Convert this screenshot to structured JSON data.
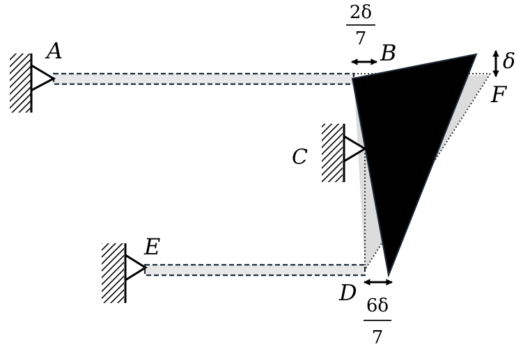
{
  "labels": {
    "a": "A",
    "b": "B",
    "c": "C",
    "d": "D",
    "e": "E",
    "f": "F"
  },
  "dimensions": {
    "b_disp_num": "2δ",
    "b_disp_den": "7",
    "f_disp": "δ",
    "d_disp_num": "6δ",
    "d_disp_den": "7"
  },
  "colors": {
    "ink": "#000000",
    "member_fill": "#e4e4e4",
    "dash": "#1f2a36"
  }
}
